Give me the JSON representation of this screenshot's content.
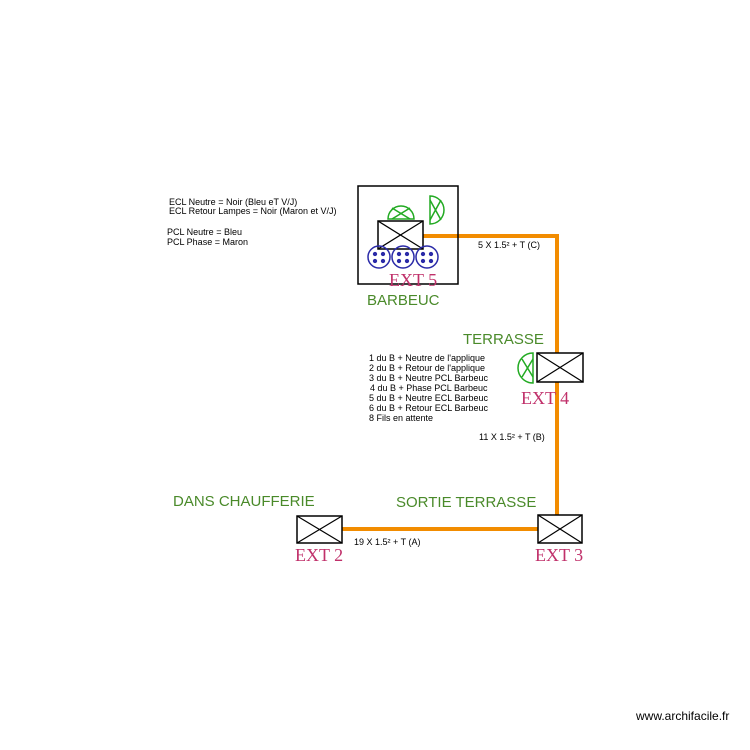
{
  "legend": {
    "lines": [
      "ECL Neutre = Noir (Bleu eT V/J)",
      "ECL Retour Lampes = Noir (Maron et V/J)",
      "PCL Neutre = Bleu",
      "PCL Phase = Maron"
    ]
  },
  "wiring_notes": [
    "1 du B + Neutre de l'applique",
    "2 du B + Retour de l'applique",
    "3 du B + Neutre PCL Barbeuc",
    "4 du B + Phase PCL Barbeuc",
    "5 du B + Neutre ECL Barbeuc",
    "6 du B + Retour ECL Barbeuc",
    "8 Fils en attente"
  ],
  "places": {
    "barbeuc": "BARBEUC",
    "terrasse": "TERRASSE",
    "dans_chaufferie": "DANS CHAUFFERIE",
    "sortie_terrasse": "SORTIE TERRASSE"
  },
  "boxes": {
    "ext5": "EXT 5",
    "ext4": "EXT 4",
    "ext3": "EXT 3",
    "ext2": "EXT 2"
  },
  "cables": {
    "c": "5 X 1.5² + T (C)",
    "b": "11 X 1.5² + T (B)",
    "a": "19 X 1.5² + T (A)"
  },
  "watermark": "www.archifacile.fr",
  "colors": {
    "cable": "#f28c00",
    "lamp": "#22aa22",
    "socket": "#2a2aa8",
    "label_place": "#4a8a2a",
    "label_box": "#c0306a"
  }
}
